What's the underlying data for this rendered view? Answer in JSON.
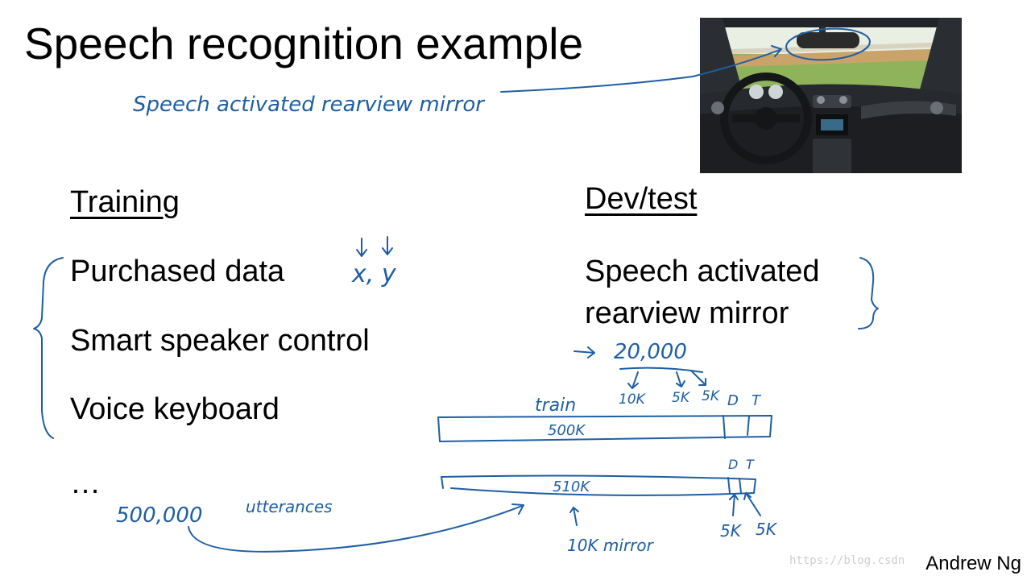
{
  "slide": {
    "title": "Speech recognition example",
    "training": {
      "heading": "Training",
      "items": [
        "Purchased data",
        "Smart speaker control",
        "Voice keyboard",
        "…"
      ]
    },
    "devtest": {
      "heading": "Dev/test",
      "line1": "Speech activated",
      "line2": "rearview mirror"
    },
    "footer": "Andrew Ng",
    "watermark": "https://blog.csdn"
  },
  "annotations": {
    "mirror_note": "Speech activated rearview mirror",
    "xy": "x, y",
    "dev_total": "20,000",
    "split_1": "10K",
    "split_2": "5K",
    "split_3": "5K",
    "col_d": "D",
    "col_t": "T",
    "train_label": "train",
    "bar1_label": "500K",
    "bar2_label": "510K",
    "utterances_count": "500,000",
    "utterances_word": "utterances",
    "bar2_d": "D",
    "bar2_t": "T",
    "mirror_10k": "10K mirror",
    "bar2_dev": "5K",
    "bar2_test": "5K"
  },
  "ink_color": "#1e5ea3"
}
